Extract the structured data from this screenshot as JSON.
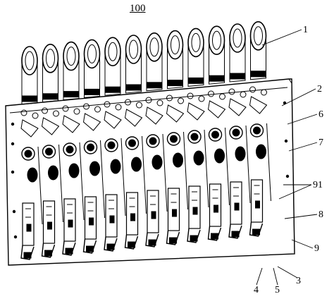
{
  "figure": {
    "number": "100",
    "callouts": [
      "1",
      "2",
      "6",
      "7",
      "91",
      "8",
      "9",
      "3",
      "5",
      "4"
    ]
  },
  "colors": {
    "ink": "#000000",
    "paper": "#ffffff"
  }
}
